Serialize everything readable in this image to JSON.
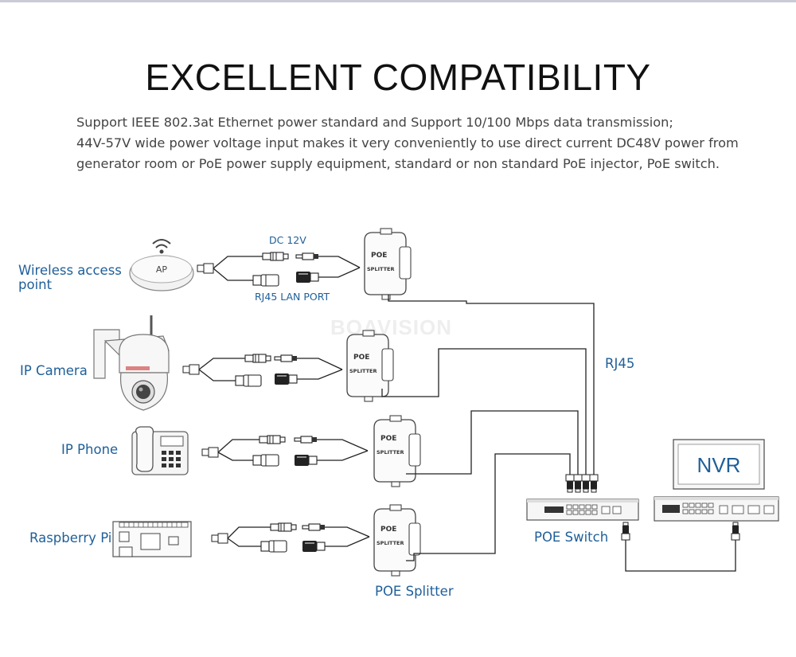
{
  "title": "EXCELLENT COMPATIBILITY",
  "description": [
    "Support IEEE 802.3at Ethernet power standard and  Support 10/100 Mbps data transmission;",
    "44V-57V wide power voltage input makes it very conveniently to use direct current DC48V power from",
    "generator room or PoE power supply equipment, standard or non standard PoE injector, PoE switch."
  ],
  "watermark": "BOAVISION",
  "devices": {
    "ap_label_line1": "Wireless access",
    "ap_label_line2": "point",
    "ap_badge": "AP",
    "camera_label": "IP Camera",
    "phone_label": "IP Phone",
    "raspberry_label": "Raspberry Pi"
  },
  "cable_labels": {
    "dc": "DC 12V",
    "lan": "RJ45 LAN PORT",
    "rj45": "RJ45"
  },
  "splitter": {
    "line1": "POE",
    "line2": "SPLITTER",
    "caption": "POE Splitter"
  },
  "switch_label": "POE Switch",
  "nvr_label": "NVR",
  "colors": {
    "label": "#1f5f99",
    "text": "#444444",
    "title": "#111111",
    "wire": "#222222"
  }
}
